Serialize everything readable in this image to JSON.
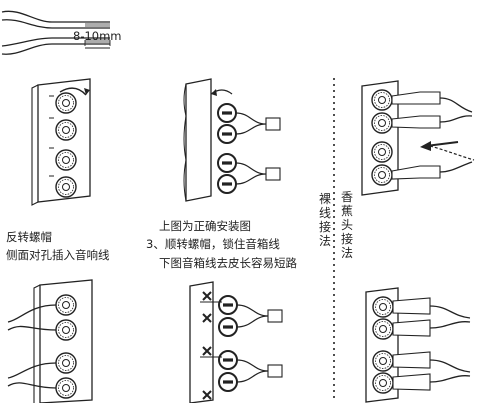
{
  "strip_measure": "8-10mm",
  "left_caption": {
    "line1": "反转螺帽",
    "line2": "侧面对孔插入音响线"
  },
  "center_caption": {
    "line1": "上图为正确安装图",
    "line2": "3、顺转螺帽，锁住音箱线",
    "line3": "下图音箱线去皮长容易短路"
  },
  "bare_wire_label": "裸线接法",
  "banana_label": "香蕉头接法",
  "icons": [
    "wire-strip",
    "binding-post",
    "rotate-arrow",
    "insert-arrow",
    "wrong-mark",
    "banana-plug"
  ]
}
